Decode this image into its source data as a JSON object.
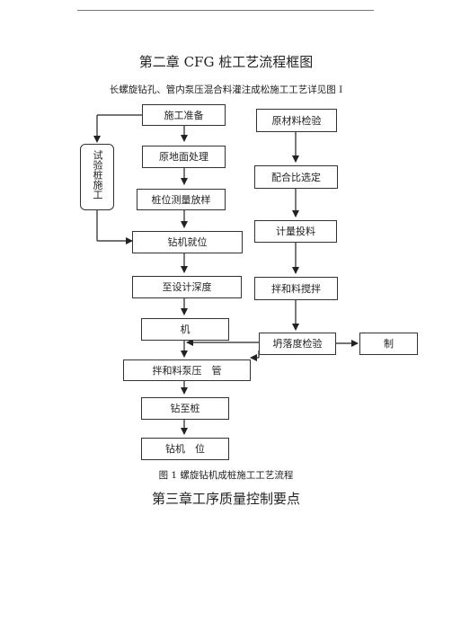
{
  "title": "第二章 CFG 桩工艺流程框图",
  "subtitle": "长螺旋钻孔、管内泵压混合料灌注成松施工工艺详见图 I",
  "flow": {
    "prep": "施工准备",
    "trial": "试验桩施工",
    "ground": "原地面处理",
    "survey": "桩位测量放样",
    "drill_pos": "钻机就位",
    "depth": "至设计深度",
    "machine": "机",
    "pump": "拌和料泵压　管",
    "drill_to": "钻至桩",
    "drill_out": "钻机　位",
    "material": "原材料检验",
    "mix_ratio": "配合比选定",
    "metering": "计量投料",
    "mixing": "拌和料搅拌",
    "slump": "坍落度检验",
    "control": "制"
  },
  "caption": "图 1 螺旋钻机成桩施工工艺流程",
  "chapter3": "第三章工序质量控制要点"
}
